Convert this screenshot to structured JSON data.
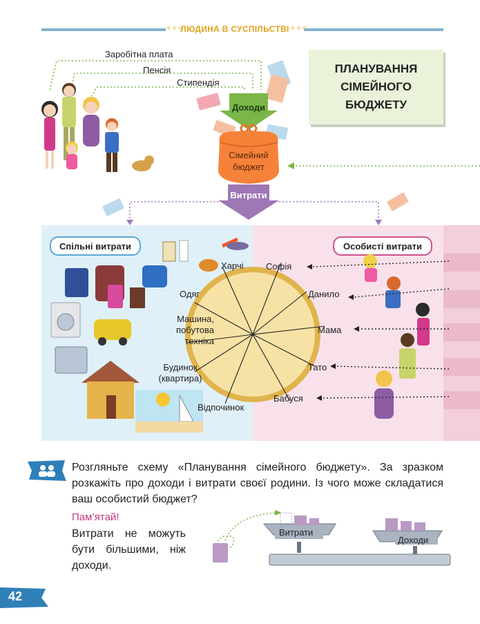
{
  "header": {
    "title": "ЛЮДИНА В СУСПІЛЬСТВІ"
  },
  "title_box": {
    "text": "ПЛАНУВАННЯ\nСІМЕЙНОГО\nБЮДЖЕТУ"
  },
  "income_sources": [
    "Заробітна плата",
    "Пенсія",
    "Стипендія"
  ],
  "flow": {
    "income": "Доходи",
    "budget": "Сімейний\nбюджет",
    "expenses": "Витрати"
  },
  "common_expenses": {
    "title": "Спільні витрати",
    "items": [
      "Харчі",
      "Одяг",
      "Машина,\nпобутова\nтехніка",
      "Будинок\n(квартира)",
      "Відпочинок"
    ]
  },
  "personal_expenses": {
    "title": "Особисті витрати",
    "members": [
      "Софія",
      "Данило",
      "Мама",
      "Тато",
      "Бабуся"
    ]
  },
  "task": {
    "text": "Розгляньте схему «Планування сімейного бюджету». За зразком розкажіть про доходи і витрати своєї родини. Із чого може складатися ваш особистий бюджет?"
  },
  "remember": {
    "title": "Пам’ятай!",
    "text": "Витрати не можуть бути більшими, ніж доходи."
  },
  "scale": {
    "left_label": "Витрати",
    "right_label": "Доходи"
  },
  "page_number": "42",
  "colors": {
    "accent_blue": "#5aa7d3",
    "accent_pink": "#d0508a",
    "header_gold": "#e0a21a",
    "arrow_green": "#7ab648"
  }
}
